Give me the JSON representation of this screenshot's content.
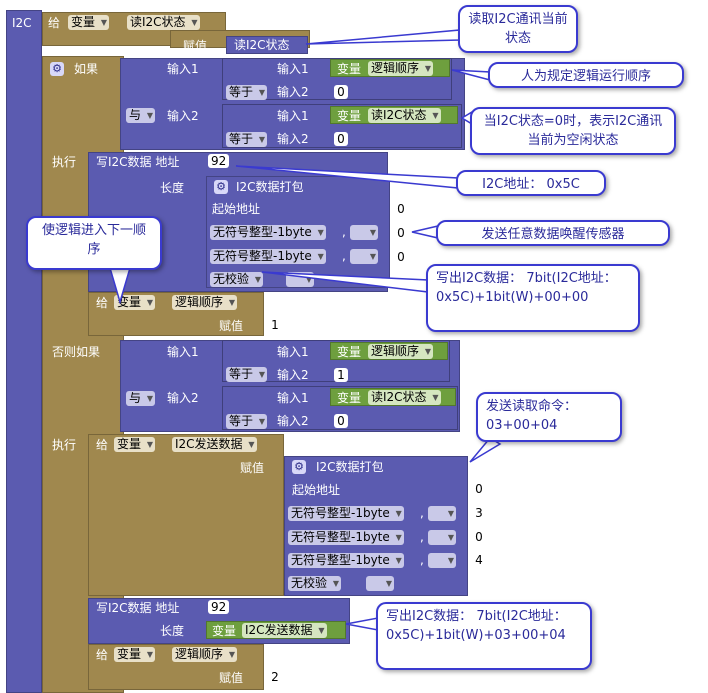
{
  "i2c": "I2C",
  "labels": {
    "give": "给",
    "variable": "变量",
    "read_state": "读I2C状态",
    "assign": "赋值",
    "if": "如果",
    "input1": "输入1",
    "input2": "输入2",
    "equals": "等于",
    "and": "与",
    "logic_order": "逻辑顺序",
    "exec": "执行",
    "write_addr": "写I2C数据 地址",
    "length": "长度",
    "i2c_pack": "I2C数据打包",
    "start_addr": "起始地址",
    "uint8": "无符号整型-1byte",
    "no_check": "无校验",
    "else_if": "否则如果",
    "send_data": "I2C发送数据",
    "comma": ","
  },
  "values": {
    "addr": "92",
    "v0": "0",
    "v1": "1",
    "v2": "2",
    "v3": "3",
    "v4": "4"
  },
  "callouts": {
    "c1": "读取I2C通讯当前状态",
    "c2": "人为规定逻辑运行顺序",
    "c3": "当I2C状态=0时，表示I2C通讯当前为空闲状态",
    "c4": "I2C地址：  0x5C",
    "c5": "发送任意数据唤醒传感器",
    "c6": "使逻辑进入下一顺序",
    "c7": "写出I2C数据：  7bit(I2C地址：  0x5C)+1bit(W)+00+00",
    "c8": "发送读取命令：03+00+04",
    "c9": "写出I2C数据：  7bit(I2C地址：  0x5C)+1bit(W)+03+00+04"
  }
}
